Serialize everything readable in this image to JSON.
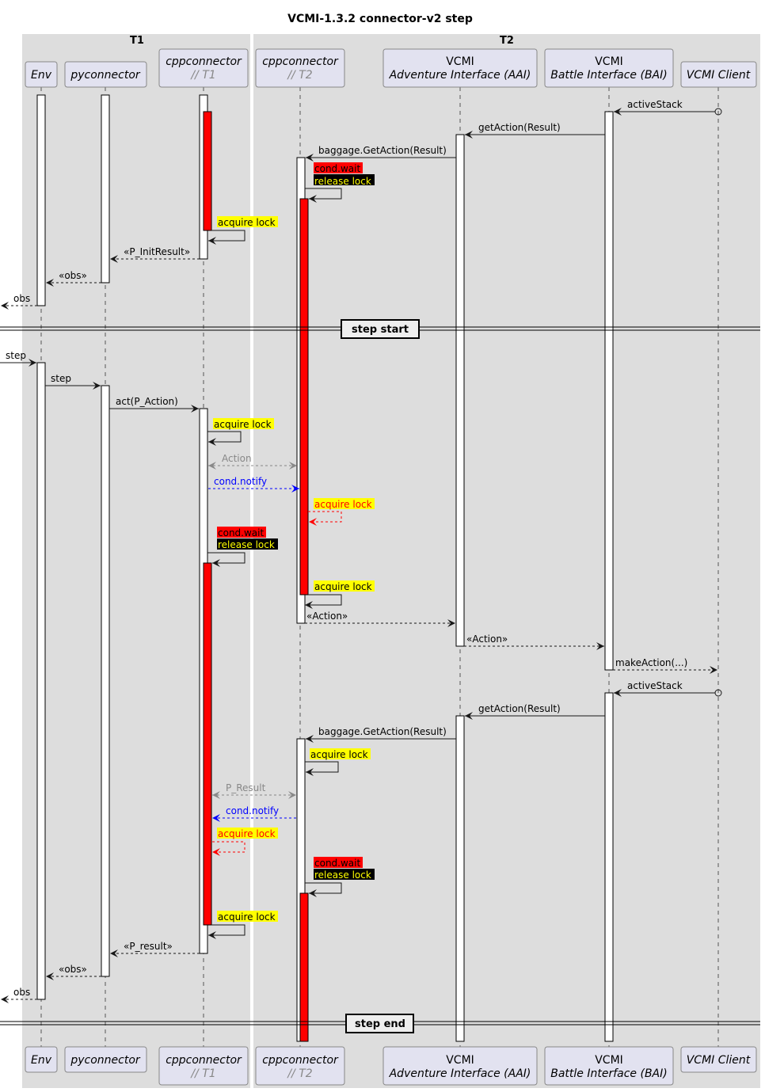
{
  "title": "VCMI-1.3.2 connector-v2 step",
  "groups": {
    "t1": "T1",
    "t2": "T2"
  },
  "participants": {
    "env": "Env",
    "pyconnector": "pyconnector",
    "cpp_t1": {
      "name": "cppconnector",
      "sub": "// T1"
    },
    "cpp_t2": {
      "name": "cppconnector",
      "sub": "// T2"
    },
    "aai": {
      "name": "VCMI",
      "sub": "Adventure Interface (AAI)"
    },
    "bai": {
      "name": "VCMI",
      "sub": "Battle Interface (BAI)"
    },
    "client": "VCMI Client"
  },
  "messages": {
    "active_stack": "activeStack",
    "get_action": "getAction(Result)",
    "baggage": "baggage.GetAction(Result)",
    "cond_wait": "cond.wait",
    "release_lock": "release lock",
    "acquire_lock": "acquire lock",
    "init_result": "«P_InitResult»",
    "obs_ret": "«obs»",
    "obs": "obs",
    "step": "step",
    "act": "act(P_Action)",
    "action": "Action",
    "cond_notify": "cond.notify",
    "action_ret": "«Action»",
    "make_action": "makeAction(...)",
    "p_result": "P_Result",
    "p_result_ret": "«P_result»"
  },
  "dividers": {
    "start": "step start",
    "end": "step end"
  },
  "colors": {
    "activation": "#ff0000",
    "note_wait": "#ff0000",
    "note_release": "#000000",
    "note_acquire": "#ffff00",
    "notify": "#0000ff",
    "data": "#888888",
    "group_bg": "#dddddd",
    "participant_bg": "#e2e2f0"
  }
}
